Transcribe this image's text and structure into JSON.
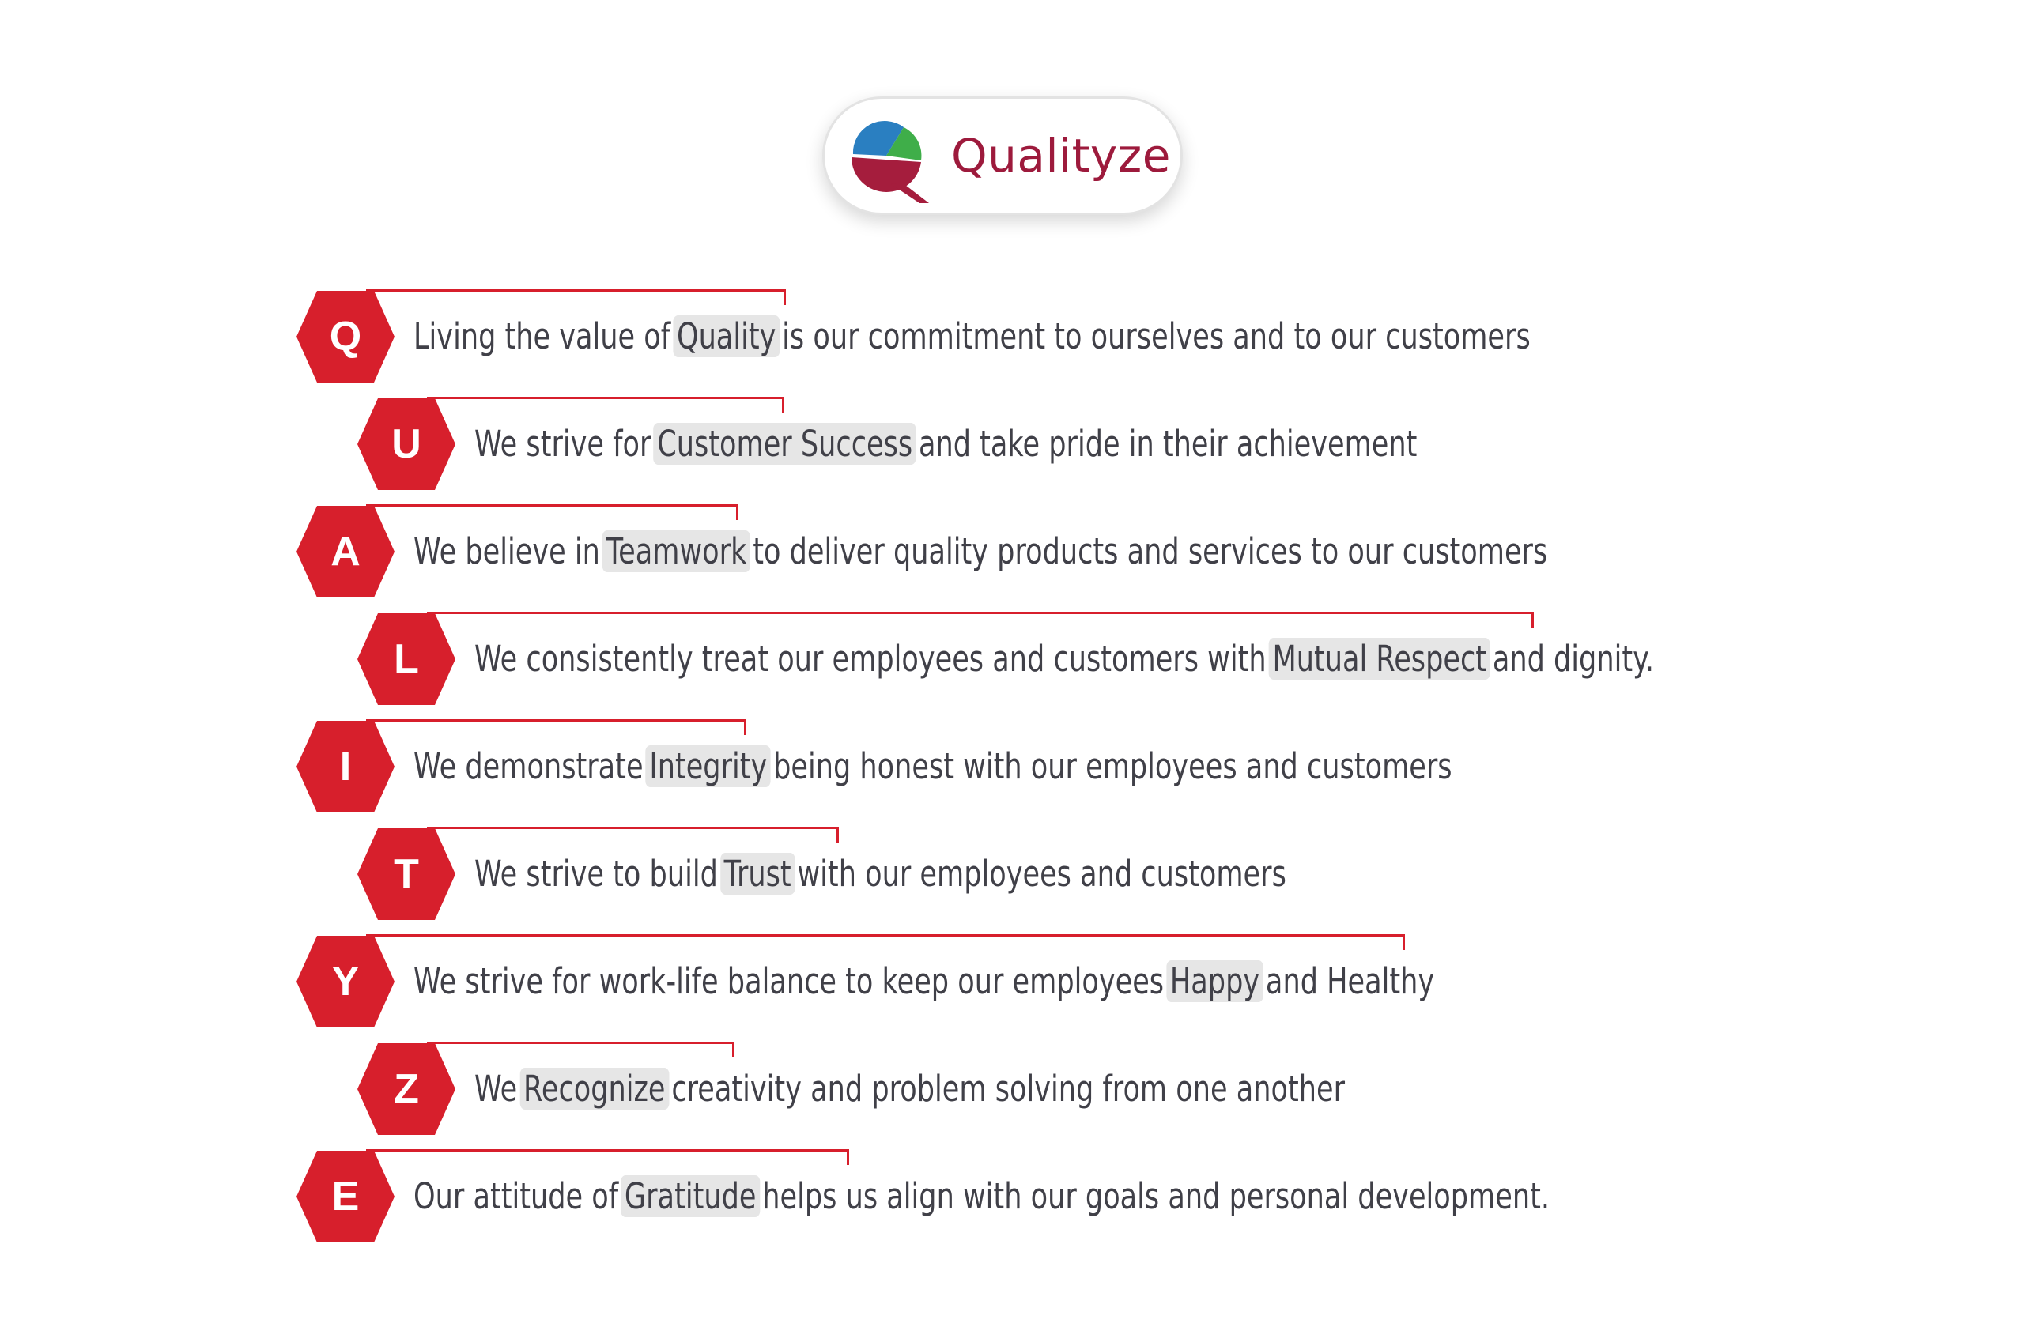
{
  "brand": {
    "name": "Qualityze"
  },
  "colors": {
    "badge_red": "#d71f2c",
    "brand": "#9d1a3c",
    "text": "#404048",
    "highlight": "#e6e6e6"
  },
  "values": [
    {
      "letter": "Q",
      "before": "Living the value of",
      "keyword": "Quality",
      "after": "is our commitment to ourselves and to our customers"
    },
    {
      "letter": "U",
      "before": "We strive for",
      "keyword": "Customer Success",
      "after": "and take pride in their achievement"
    },
    {
      "letter": "A",
      "before": "We believe in",
      "keyword": "Teamwork",
      "after": "to deliver quality products and services to our customers"
    },
    {
      "letter": "L",
      "before": "We consistently treat our employees and customers with",
      "keyword": "Mutual Respect",
      "after": "and dignity."
    },
    {
      "letter": "I",
      "before": "We demonstrate",
      "keyword": "Integrity",
      "after": "being honest with our employees and customers"
    },
    {
      "letter": "T",
      "before": "We strive to build",
      "keyword": "Trust",
      "after": "with our employees and customers"
    },
    {
      "letter": "Y",
      "before": "We strive for work-life balance to keep our employees",
      "keyword": "Happy",
      "after": "and Healthy"
    },
    {
      "letter": "Z",
      "before": "We",
      "keyword": "Recognize",
      "after": "creativity and problem solving from one another"
    },
    {
      "letter": "E",
      "before": "Our attitude of",
      "keyword": "Gratitude",
      "after": "helps us align with our goals and personal development."
    }
  ]
}
